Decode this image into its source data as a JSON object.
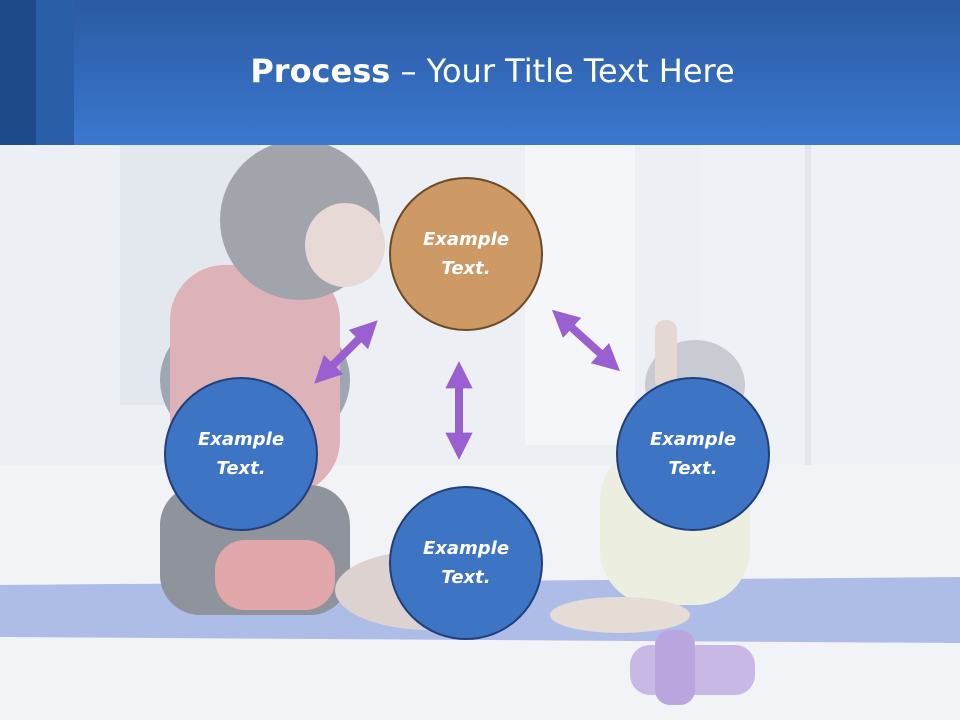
{
  "slide": {
    "title_bold": "Process",
    "title_rest": " – Your Title Text Here"
  },
  "nodes": {
    "top": "Example Text.",
    "left": "Example Text.",
    "right": "Example Text.",
    "bottom": "Example Text."
  },
  "colors": {
    "header": "#3a78cf",
    "node_orange": "#cd9965",
    "node_blue": "#3d74c4",
    "arrow": "#9a5fd0"
  }
}
